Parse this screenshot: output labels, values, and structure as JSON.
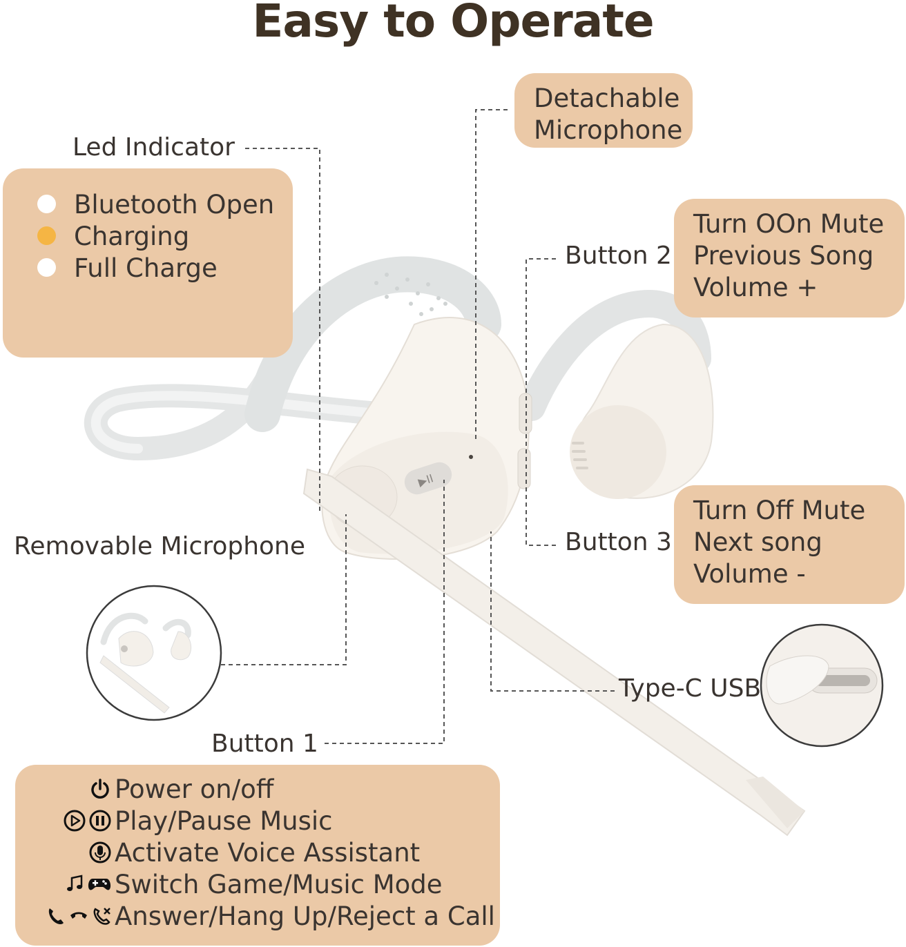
{
  "title": "Easy to Operate",
  "colors": {
    "accent_box": "#ebc9a7",
    "title": "#3f3224",
    "led_white": "#ffffff",
    "led_orange": "#f5b544"
  },
  "labels": {
    "led_indicator": "Led Indicator",
    "removable_microphone": "Removable Microphone",
    "button1": "Button 1",
    "button2": "Button 2",
    "button3": "Button 3",
    "type_c": "Type-C USB"
  },
  "led_box": {
    "items": [
      {
        "text": "Bluetooth Open",
        "color": "white"
      },
      {
        "text": "Charging",
        "color": "orange"
      },
      {
        "text": "Full Charge",
        "color": "white"
      }
    ]
  },
  "mic_box": {
    "lines": [
      "Detachable",
      "Microphone"
    ]
  },
  "button2_box": {
    "lines": [
      "Turn OOn Mute",
      "Previous Song",
      "Volume +"
    ]
  },
  "button3_box": {
    "lines": [
      "Turn Off Mute",
      "Next song",
      "Volume -"
    ]
  },
  "button1_box": {
    "items": [
      {
        "icons": [
          "power-icon"
        ],
        "text": "Power on/off"
      },
      {
        "icons": [
          "play-icon",
          "pause-icon"
        ],
        "text": "Play/Pause Music"
      },
      {
        "icons": [
          "microphone-icon"
        ],
        "text": "Activate Voice Assistant"
      },
      {
        "icons": [
          "music-note-icon",
          "gamepad-icon"
        ],
        "text": "Switch Game/Music Mode"
      },
      {
        "icons": [
          "phone-answer-icon",
          "phone-hangup-icon",
          "phone-reject-icon"
        ],
        "text": "Answer/Hang Up/Reject a Call"
      }
    ]
  }
}
